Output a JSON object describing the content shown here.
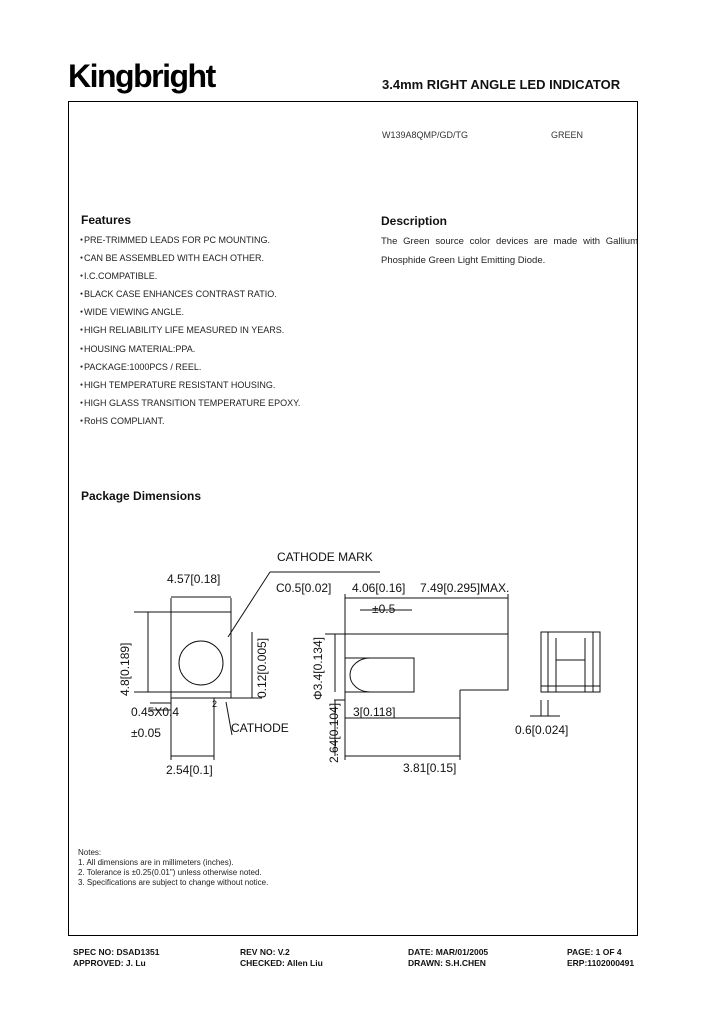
{
  "header": {
    "logo_text": "Kingbright",
    "title": "3.4mm RIGHT ANGLE LED INDICATOR",
    "part_number": "W139A8QMP/GD/TG",
    "emitting_color": "GREEN"
  },
  "features": {
    "heading": "Features",
    "items": [
      "PRE-TRIMMED LEADS FOR PC MOUNTING.",
      "CAN BE ASSEMBLED WITH EACH OTHER.",
      "I.C.COMPATIBLE.",
      "BLACK CASE ENHANCES CONTRAST RATIO.",
      "WIDE VIEWING ANGLE.",
      "HIGH RELIABILITY LIFE MEASURED IN YEARS.",
      "HOUSING MATERIAL:PPA.",
      "PACKAGE:1000PCS / REEL.",
      "HIGH TEMPERATURE RESISTANT HOUSING.",
      "HIGH GLASS TRANSITION TEMPERATURE EPOXY.",
      "RoHS COMPLIANT."
    ]
  },
  "description": {
    "heading": "Description",
    "text": "The Green source color devices are made with Gallium Phosphide Green Light Emitting Diode."
  },
  "package": {
    "heading": "Package Dimensions",
    "labels": {
      "cathode_mark": "CATHODE  MARK",
      "width_top": "4.57[0.18]",
      "c05": "C0.5[0.02]",
      "d406": "4.06[0.16]",
      "d749": "7.49[0.295]MAX.",
      "tol05": "±0.5",
      "h48": "4.8[0.189]",
      "h012": "0.12[0.005]",
      "phi34": "Φ3.4[0.134]",
      "d264": "2.64[0.104]",
      "d3": "3[0.118]",
      "pad": "0.45X0.4",
      "tol005": "±0.05",
      "pin2": "2",
      "cathode": "CATHODE",
      "pitch": "2.54[0.1]",
      "d381": "3.81[0.15]",
      "d06": "0.6[0.024]"
    }
  },
  "notes": {
    "title": "Notes:",
    "items": [
      "1. All dimensions are in millimeters (inches).",
      "2. Tolerance is ±0.25(0.01\") unless otherwise noted.",
      "3. Specifications are subject to change without notice."
    ]
  },
  "footer": {
    "spec_no": "SPEC NO: DSAD1351",
    "approved": "APPROVED: J. Lu",
    "rev_no": "REV NO: V.2",
    "checked": "CHECKED: Allen Liu",
    "date": "DATE: MAR/01/2005",
    "drawn": "DRAWN: S.H.CHEN",
    "page": "PAGE: 1 OF 4",
    "erp": "ERP:1102000491"
  }
}
